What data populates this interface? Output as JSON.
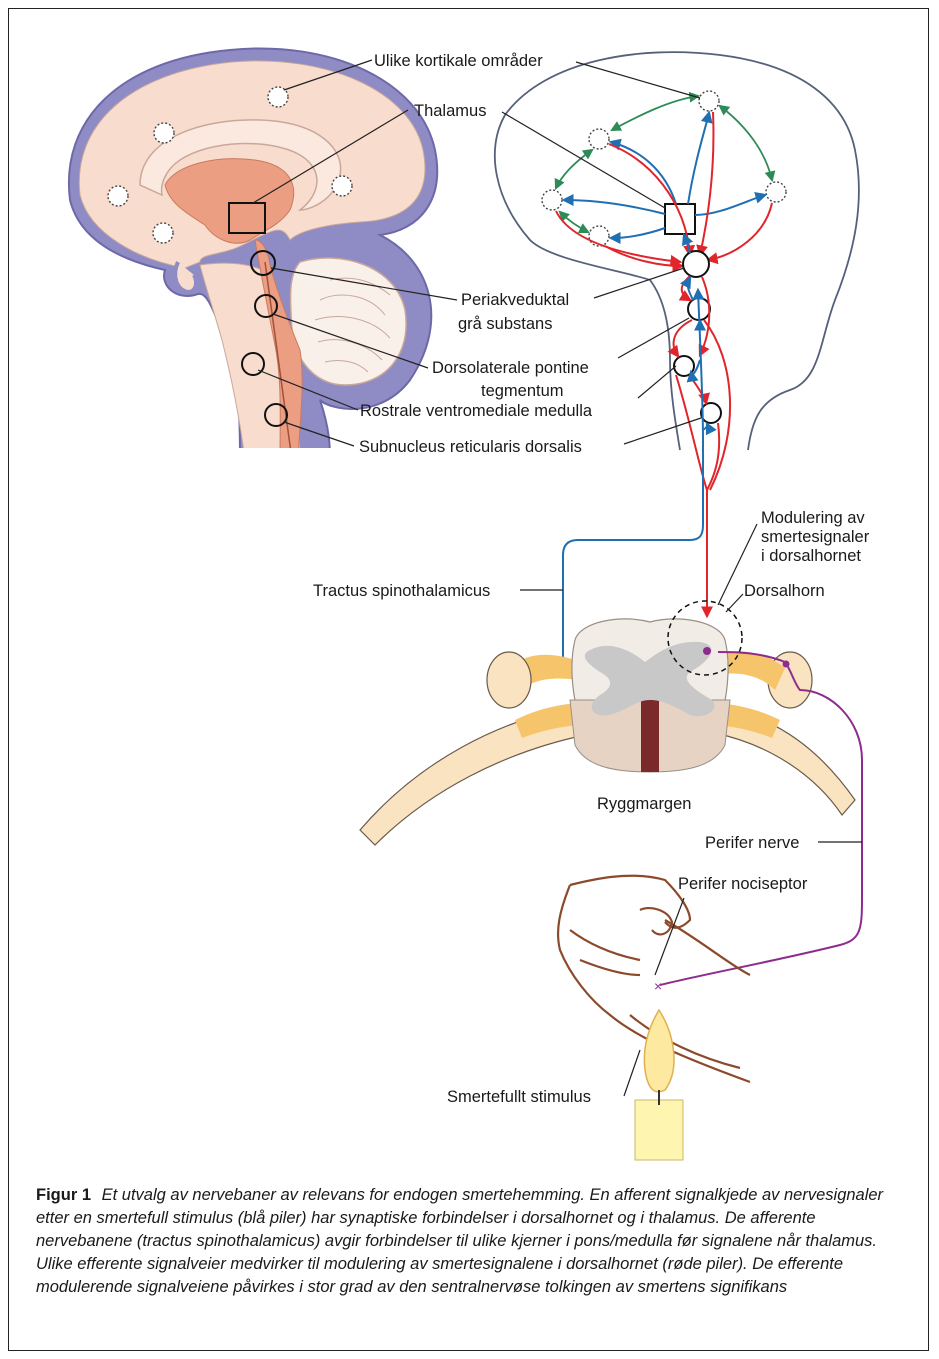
{
  "labels": {
    "cortical_areas": "Ulike kortikale områder",
    "thalamus": "Thalamus",
    "periaqueductal_line1": "Periakveduktal",
    "periaqueductal_line2": "grå substans",
    "dorsolateral_line1": "Dorsolaterale pontine",
    "dorsolateral_line2": "tegmentum",
    "rostral_ventromedial": "Rostrale ventromediale medulla",
    "subnucleus": "Subnucleus reticularis dorsalis",
    "modulation_line1": "Modulering av",
    "modulation_line2": "smertesignaler",
    "modulation_line3": "i dorsalhornet",
    "dorsal_horn": "Dorsalhorn",
    "spinothalamic": "Tractus spinothalamicus",
    "spinal_cord": "Ryggmargen",
    "peripheral_nerve": "Perifer nerve",
    "peripheral_nociceptor": "Perifer nociseptor",
    "painful_stimulus": "Smertefullt stimulus"
  },
  "caption": {
    "figure_number": "Figur 1",
    "text": "Et utvalg av nervebaner av relevans for endogen smertehemming. En afferent signalkjede av nervesignaler etter en smertefull stimulus (blå piler) har synaptiske forbindelser i dorsalhornet og i thalamus. De afferente nervebanene (tractus spinothalamicus) avgir forbindelser til ulike kjerner i pons/medulla før signalene når thalamus. Ulike efferente signalveier medvirker til modulering av smertesignalene i dorsalhornet (røde piler). De efferente modulerende signalveiene påvirkes i stor grad av den sentralnervøse tolkingen av smertens signifikans"
  },
  "colors": {
    "afferent_blue": "#1f6fb2",
    "efferent_red": "#e0262b",
    "cortical_green": "#2e8b57",
    "nerve_purple": "#8e2c8e",
    "brain_outline": "#8a86c0",
    "brain_tissue": "#f6d9c9",
    "brainstem_core": "#e9967a",
    "skin_brown": "#8b4a2b",
    "grey_matter": "#c8c8c8",
    "root_yellow": "#f6c46a"
  }
}
